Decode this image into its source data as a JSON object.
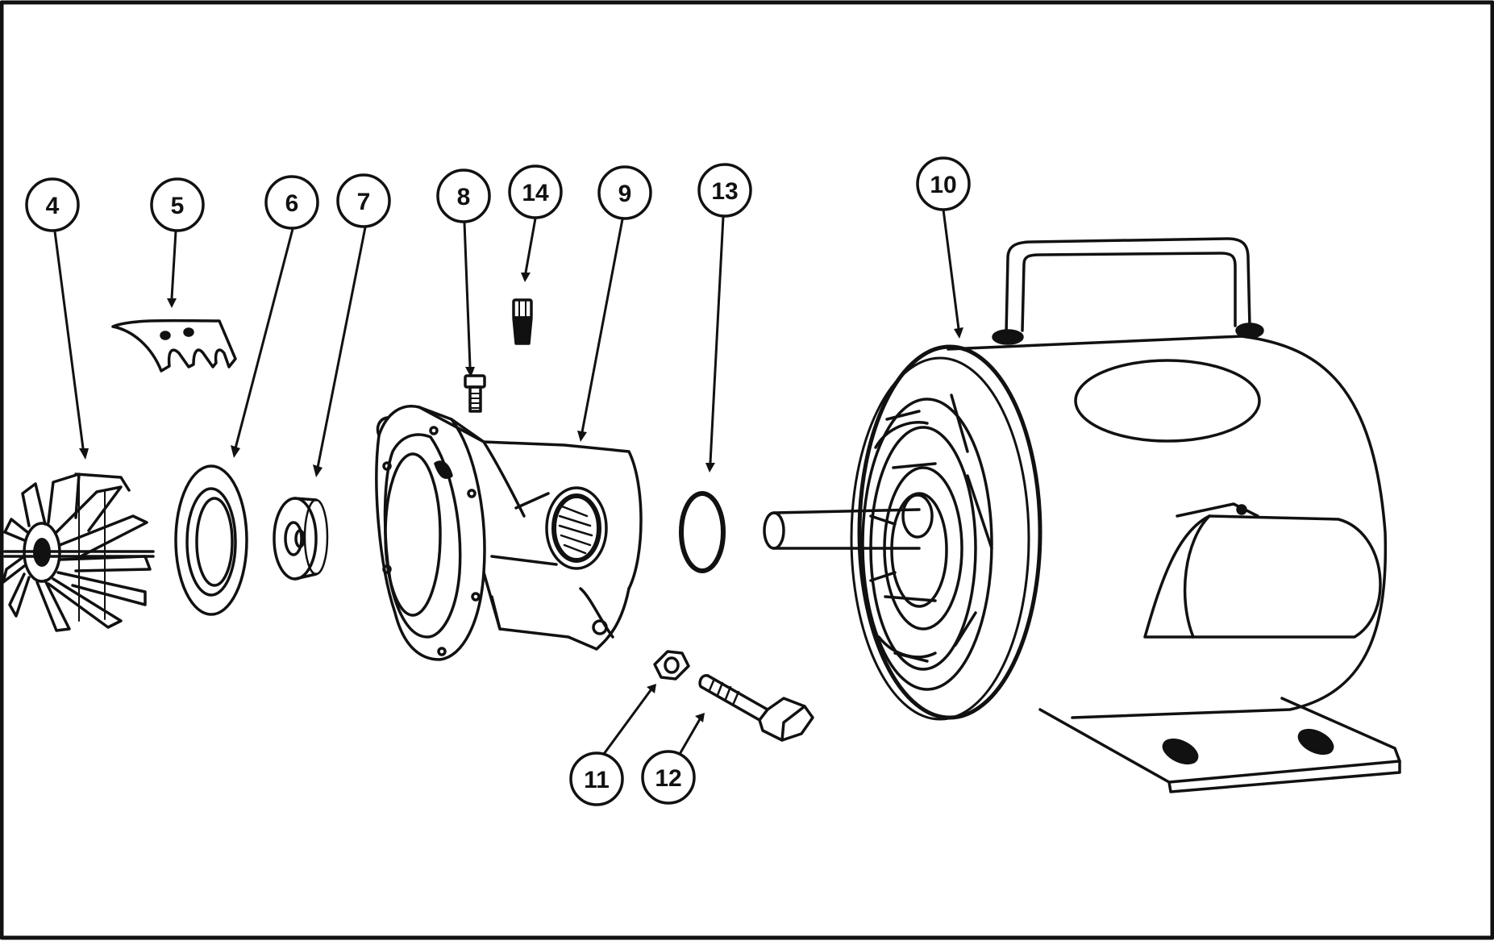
{
  "diagram": {
    "line_color": "#111111",
    "background": "#ffffff",
    "callouts": [
      {
        "id": "callout-4",
        "label": "4"
      },
      {
        "id": "callout-5",
        "label": "5"
      },
      {
        "id": "callout-6",
        "label": "6"
      },
      {
        "id": "callout-7",
        "label": "7"
      },
      {
        "id": "callout-8",
        "label": "8"
      },
      {
        "id": "callout-14",
        "label": "14"
      },
      {
        "id": "callout-9",
        "label": "9"
      },
      {
        "id": "callout-13",
        "label": "13"
      },
      {
        "id": "callout-10",
        "label": "10"
      },
      {
        "id": "callout-11",
        "label": "11"
      },
      {
        "id": "callout-12",
        "label": "12"
      }
    ]
  }
}
